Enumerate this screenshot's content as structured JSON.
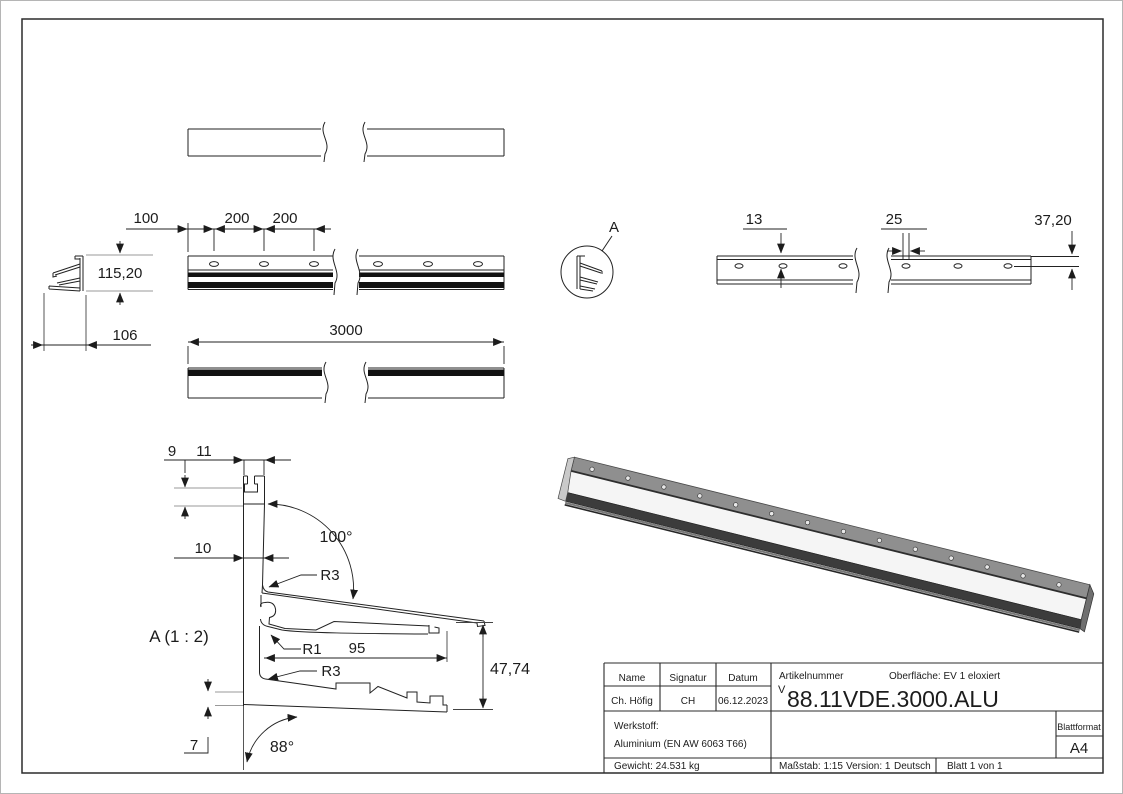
{
  "colors": {
    "line": "#1c1c1c",
    "extension": "#999999",
    "iso_top_band": "#8f8f8f",
    "iso_face": "#f5f5f5",
    "iso_dark_band": "#3c3c3c"
  },
  "views": {
    "detail_view_label": "A (1 : 2)",
    "detail_marker_label": "A"
  },
  "dims": {
    "hole_offset": "100",
    "hole_pitch_a": "200",
    "hole_pitch_b": "200",
    "profile_height": "115,20",
    "profile_depth": "106",
    "length": "3000",
    "edge_to_hole": "13",
    "slot_width": "25",
    "top_offset": "37,20",
    "tab_step": "9",
    "tab_width": "11",
    "wall_width": "10",
    "angle_top": "100°",
    "radius_top": "R3",
    "radius_mid": "R1",
    "arm_length": "95",
    "radius_bottom": "R3",
    "drop_height": "47,74",
    "base_thickness": "7",
    "angle_bottom": "88°"
  },
  "title_block": {
    "name_header": "Name",
    "signature_header": "Signatur",
    "date_header": "Datum",
    "name": "Ch. Höfig",
    "signature": "CH",
    "date": "06.12.2023",
    "article_label": "Artikelnummer",
    "surface": "Oberfläche:  EV 1 eloxiert",
    "article_prefix": "V",
    "article_number": "88.11VDE.3000.ALU",
    "material_label": "Werkstoff:",
    "material": "Aluminium (EN AW 6063 T66)",
    "weight": "Gewicht: 24.531 kg",
    "scale": "Maßstab: 1:15",
    "version": "Version: 1",
    "language": "Deutsch",
    "sheet": "Blatt 1 von 1",
    "sheet_format_label": "Blattformat",
    "sheet_format": "A4"
  }
}
